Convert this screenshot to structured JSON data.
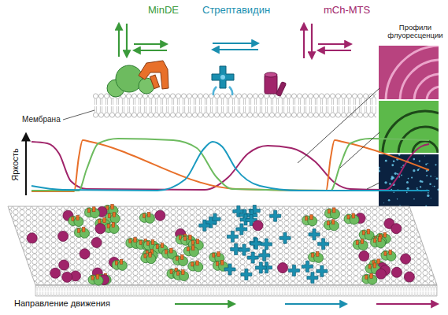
{
  "diagram": {
    "labels": [
      "MinDE",
      "Стрептавидин",
      "mCh-MTS",
      "Мембрана",
      "Профили флуоресценции",
      "Яркость",
      "Направление движения"
    ]
  }
}
